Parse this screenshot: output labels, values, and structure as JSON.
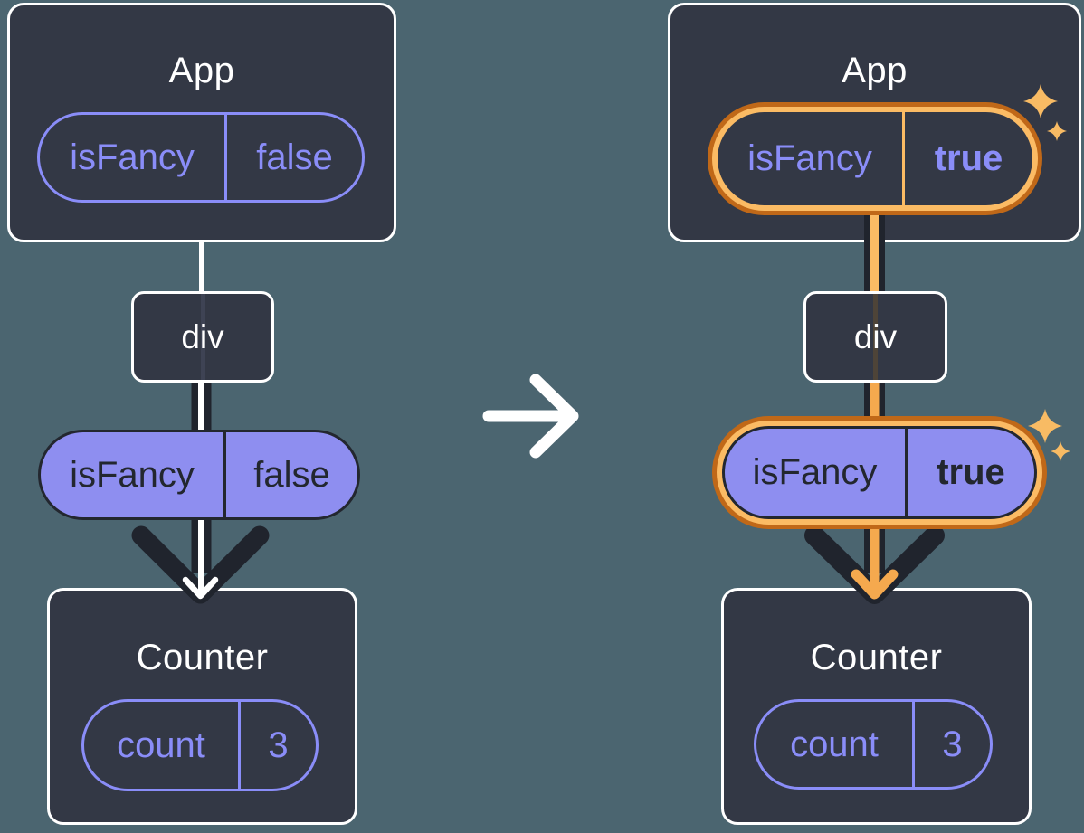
{
  "colors": {
    "background": "#4B6570",
    "panel_bg": "#333845",
    "panel_border": "#FFFFFF",
    "purple_accent": "#8A8DF8",
    "purple_fill": "#8E8EF0",
    "dark_ink": "#23272F",
    "connector_dark": "#20242D",
    "connector_white": "#FFFFFF",
    "highlight_ring_dark": "#C06818",
    "highlight_ring_light": "#FBBB64",
    "highlight_arrow": "#F5A94E",
    "sparkle": "#F8BB64"
  },
  "transition": {
    "icon": "arrow-right-icon"
  },
  "before": {
    "app": {
      "title": "App"
    },
    "app_state": {
      "key": "isFancy",
      "value": "false"
    },
    "div": {
      "label": "div"
    },
    "prop": {
      "key": "isFancy",
      "value": "false"
    },
    "counter": {
      "title": "Counter"
    },
    "counter_state": {
      "key": "count",
      "value": "3"
    }
  },
  "after": {
    "app": {
      "title": "App"
    },
    "app_state": {
      "key": "isFancy",
      "value": "true"
    },
    "div": {
      "label": "div"
    },
    "prop": {
      "key": "isFancy",
      "value": "true"
    },
    "counter": {
      "title": "Counter"
    },
    "counter_state": {
      "key": "count",
      "value": "3"
    }
  }
}
